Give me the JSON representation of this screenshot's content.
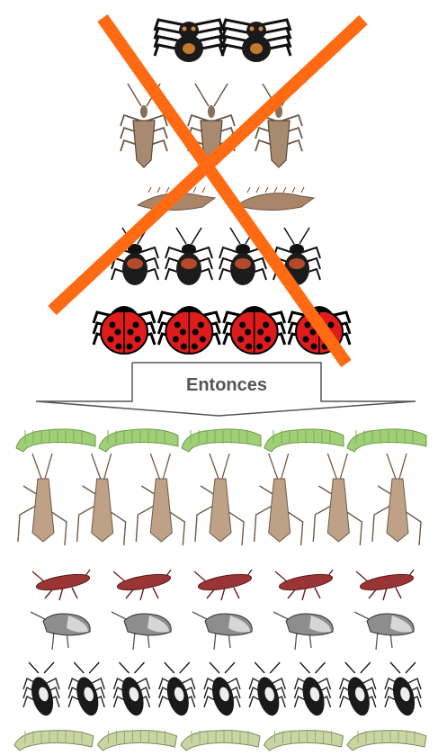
{
  "transition": {
    "label": "Entonces"
  },
  "before": {
    "crossed_out": true,
    "cross_color": "#ff6a13",
    "rows": [
      {
        "insect": "spider",
        "count": 2
      },
      {
        "insect": "assassin-bug",
        "count": 3
      },
      {
        "insect": "lacewing-larva",
        "count": 2
      },
      {
        "insect": "ground-beetle",
        "count": 4
      },
      {
        "insect": "ladybug",
        "count": 4
      }
    ]
  },
  "after": {
    "rows": [
      {
        "insect": "green-caterpillar",
        "count": 5
      },
      {
        "insect": "mirid-bug",
        "count": 7
      },
      {
        "insect": "red-bug",
        "count": 5
      },
      {
        "insect": "grey-plant-bug",
        "count": 5
      },
      {
        "insect": "black-white-bug",
        "count": 9
      },
      {
        "insect": "pale-caterpillar",
        "count": 5
      }
    ]
  }
}
